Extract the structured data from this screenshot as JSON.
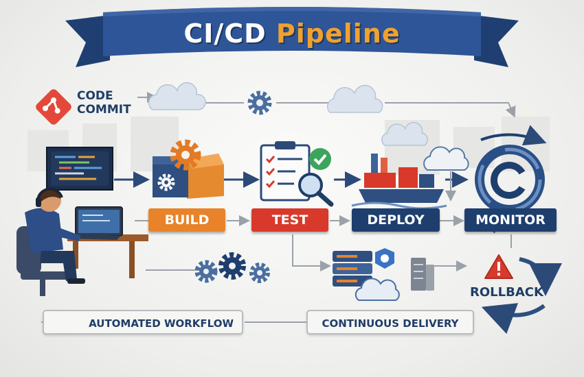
{
  "title": {
    "word1": "CI/CD",
    "word2": "Pipeline"
  },
  "source": {
    "line1": "CODE",
    "line2": "COMMIT"
  },
  "stages": [
    {
      "label": "BUILD",
      "color": "#e8832a"
    },
    {
      "label": "TEST",
      "color": "#d8392b"
    },
    {
      "label": "DEPLOY",
      "color": "#1e3f6e"
    },
    {
      "label": "MONITOR",
      "color": "#1e3f6e"
    }
  ],
  "rollback": {
    "label": "ROLLBACK"
  },
  "footer": {
    "left": "AUTOMATED WORKFLOW",
    "right": "CONTINUOUS DELIVERY"
  },
  "colors": {
    "navy": "#1e3f6e",
    "orange": "#e8832a",
    "red": "#d8392b",
    "banner": "#2e5597",
    "git": "#e2493a"
  },
  "icons": [
    "git-icon",
    "cloud-icon",
    "gear-icon",
    "code-monitor-icon",
    "package-icon",
    "checklist-icon",
    "magnifier-icon",
    "ship-icon",
    "sync-icon",
    "developer-icon",
    "server-icon",
    "warning-icon",
    "refresh-icon"
  ]
}
